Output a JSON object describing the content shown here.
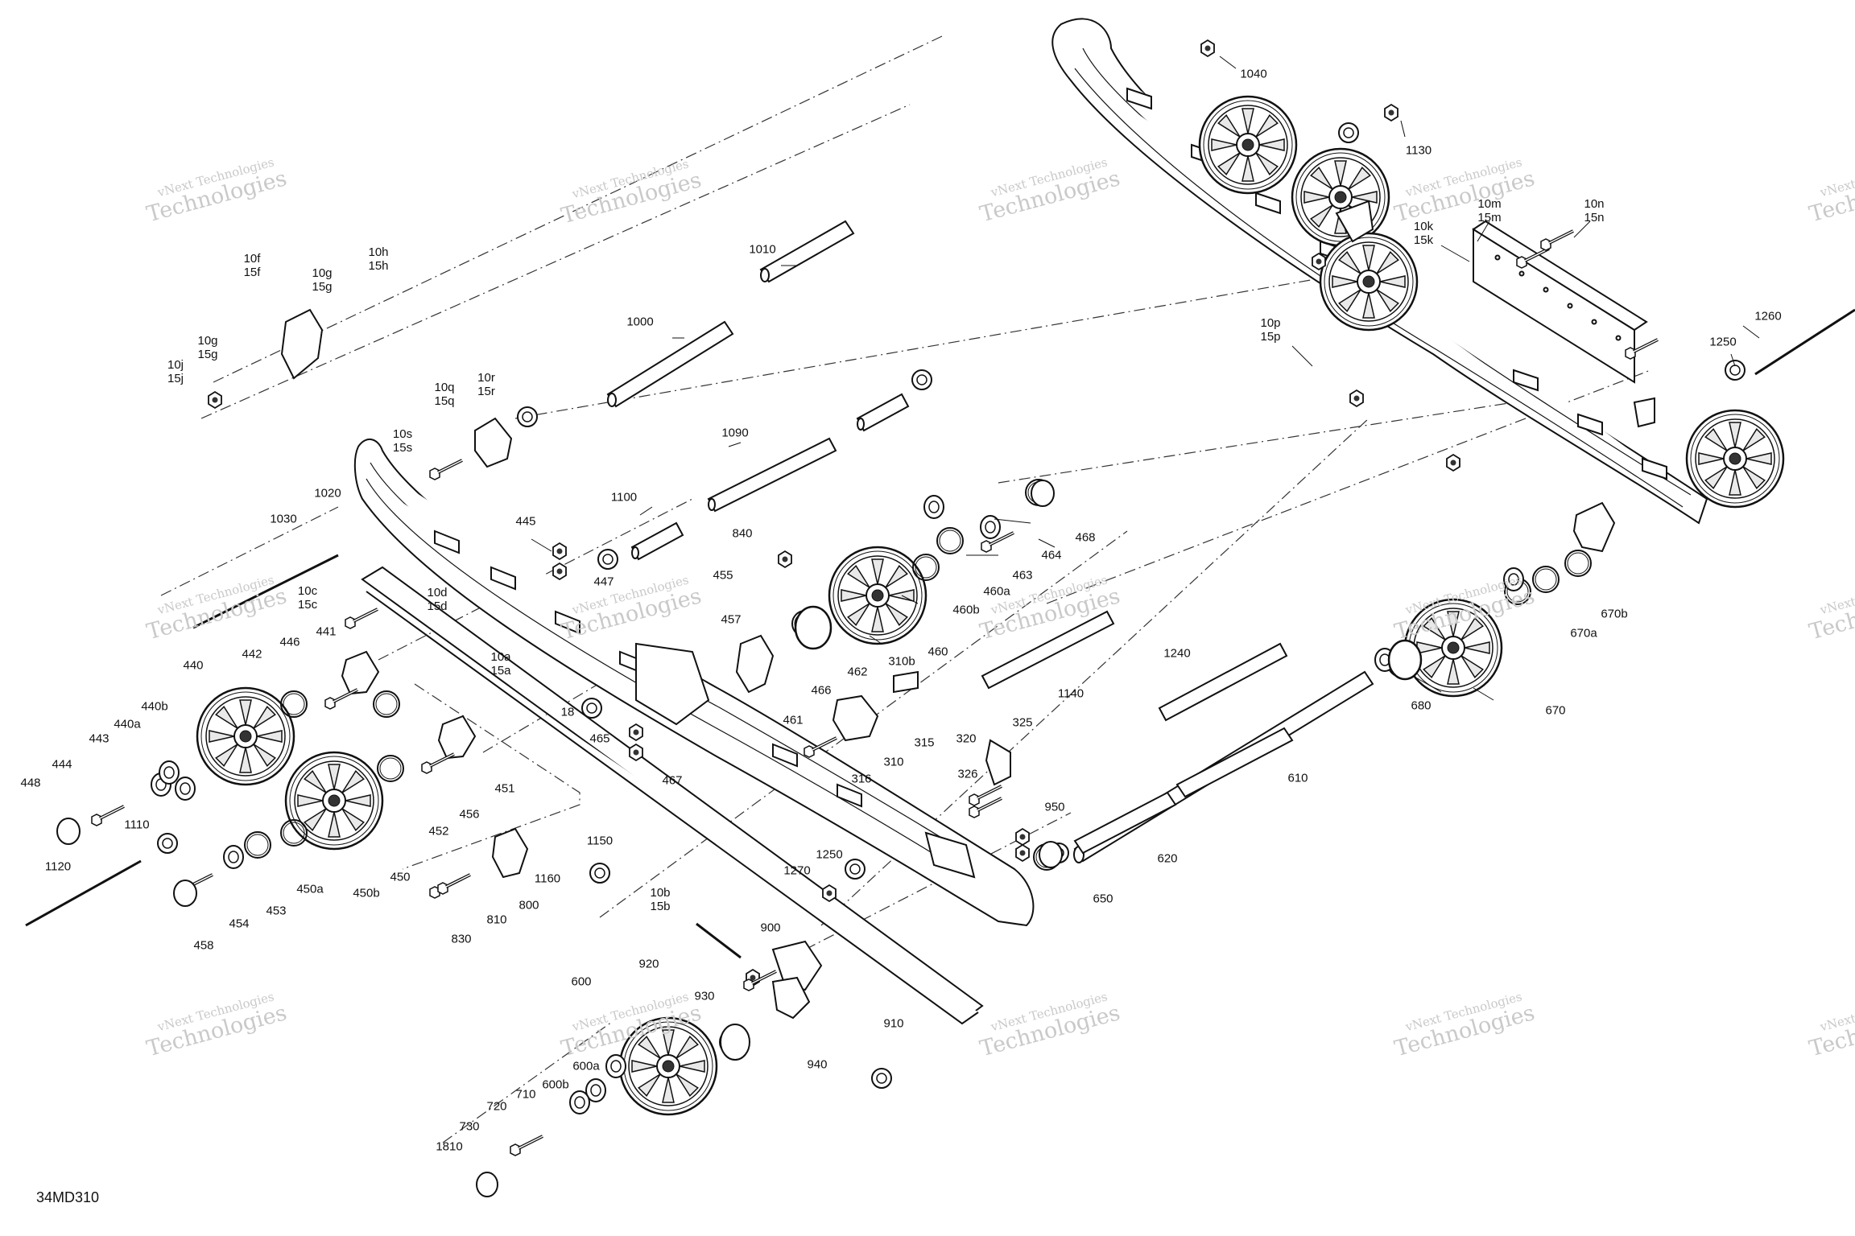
{
  "drawing_code": "34MD310",
  "watermark": {
    "line1": "vNext Technologies",
    "line2": "Technologies"
  },
  "part_labels": [
    {
      "id": "1040",
      "text": "1040"
    },
    {
      "id": "1130",
      "text": "1130"
    },
    {
      "id": "10m",
      "text": "10m\n15m"
    },
    {
      "id": "10n",
      "text": "10n\n15n"
    },
    {
      "id": "10k",
      "text": "10k\n15k"
    },
    {
      "id": "10p",
      "text": "10p\n15p"
    },
    {
      "id": "1260",
      "text": "1260"
    },
    {
      "id": "1250a",
      "text": "1250"
    },
    {
      "id": "1010",
      "text": "1010"
    },
    {
      "id": "1000",
      "text": "1000"
    },
    {
      "id": "10h",
      "text": "10h\n15h"
    },
    {
      "id": "10g1",
      "text": "10g\n15g"
    },
    {
      "id": "10f",
      "text": "10f\n15f"
    },
    {
      "id": "10g2",
      "text": "10g\n15g"
    },
    {
      "id": "10j",
      "text": "10j\n15j"
    },
    {
      "id": "10r",
      "text": "10r\n15r"
    },
    {
      "id": "10q",
      "text": "10q\n15q"
    },
    {
      "id": "10s",
      "text": "10s\n15s"
    },
    {
      "id": "1090",
      "text": "1090"
    },
    {
      "id": "1020",
      "text": "1020"
    },
    {
      "id": "1030",
      "text": "1030"
    },
    {
      "id": "1100",
      "text": "1100"
    },
    {
      "id": "445",
      "text": "445"
    },
    {
      "id": "840",
      "text": "840"
    },
    {
      "id": "447",
      "text": "447"
    },
    {
      "id": "455",
      "text": "455"
    },
    {
      "id": "457",
      "text": "457"
    },
    {
      "id": "10c",
      "text": "10c\n15c"
    },
    {
      "id": "10d",
      "text": "10d\n15d"
    },
    {
      "id": "464",
      "text": "464"
    },
    {
      "id": "468",
      "text": "468"
    },
    {
      "id": "463",
      "text": "463"
    },
    {
      "id": "460a",
      "text": "460a"
    },
    {
      "id": "460b",
      "text": "460b"
    },
    {
      "id": "460",
      "text": "460"
    },
    {
      "id": "462",
      "text": "462"
    },
    {
      "id": "310b",
      "text": "310b"
    },
    {
      "id": "466",
      "text": "466"
    },
    {
      "id": "461",
      "text": "461"
    },
    {
      "id": "315",
      "text": "315"
    },
    {
      "id": "310",
      "text": "310"
    },
    {
      "id": "316",
      "text": "316"
    },
    {
      "id": "320",
      "text": "320"
    },
    {
      "id": "325",
      "text": "325"
    },
    {
      "id": "326",
      "text": "326"
    },
    {
      "id": "10a",
      "text": "10a\n15a"
    },
    {
      "id": "441",
      "text": "441"
    },
    {
      "id": "446",
      "text": "446"
    },
    {
      "id": "442",
      "text": "442"
    },
    {
      "id": "440",
      "text": "440"
    },
    {
      "id": "440b",
      "text": "440b"
    },
    {
      "id": "440a",
      "text": "440a"
    },
    {
      "id": "443",
      "text": "443"
    },
    {
      "id": "444",
      "text": "444"
    },
    {
      "id": "448",
      "text": "448"
    },
    {
      "id": "18",
      "text": "18"
    },
    {
      "id": "465",
      "text": "465"
    },
    {
      "id": "467",
      "text": "467"
    },
    {
      "id": "451",
      "text": "451"
    },
    {
      "id": "456",
      "text": "456"
    },
    {
      "id": "452",
      "text": "452"
    },
    {
      "id": "450",
      "text": "450"
    },
    {
      "id": "450b",
      "text": "450b"
    },
    {
      "id": "450a",
      "text": "450a"
    },
    {
      "id": "453",
      "text": "453"
    },
    {
      "id": "454",
      "text": "454"
    },
    {
      "id": "458",
      "text": "458"
    },
    {
      "id": "1110",
      "text": "1110"
    },
    {
      "id": "1120",
      "text": "1120"
    },
    {
      "id": "830",
      "text": "830"
    },
    {
      "id": "810",
      "text": "810"
    },
    {
      "id": "800",
      "text": "800"
    },
    {
      "id": "1150",
      "text": "1150"
    },
    {
      "id": "1160",
      "text": "1160"
    },
    {
      "id": "10b",
      "text": "10b\n15b"
    },
    {
      "id": "1270",
      "text": "1270"
    },
    {
      "id": "1250b",
      "text": "1250"
    },
    {
      "id": "950",
      "text": "950"
    },
    {
      "id": "650",
      "text": "650"
    },
    {
      "id": "620",
      "text": "620"
    },
    {
      "id": "610",
      "text": "610"
    },
    {
      "id": "1240",
      "text": "1240"
    },
    {
      "id": "1140",
      "text": "1140"
    },
    {
      "id": "680",
      "text": "680"
    },
    {
      "id": "670",
      "text": "670"
    },
    {
      "id": "670a",
      "text": "670a"
    },
    {
      "id": "670b",
      "text": "670b"
    },
    {
      "id": "920",
      "text": "920"
    },
    {
      "id": "900",
      "text": "900"
    },
    {
      "id": "930",
      "text": "930"
    },
    {
      "id": "910",
      "text": "910"
    },
    {
      "id": "940",
      "text": "940"
    },
    {
      "id": "600",
      "text": "600"
    },
    {
      "id": "600a",
      "text": "600a"
    },
    {
      "id": "600b",
      "text": "600b"
    },
    {
      "id": "710",
      "text": "710"
    },
    {
      "id": "720",
      "text": "720"
    },
    {
      "id": "730",
      "text": "730"
    },
    {
      "id": "1810",
      "text": "1810"
    }
  ]
}
